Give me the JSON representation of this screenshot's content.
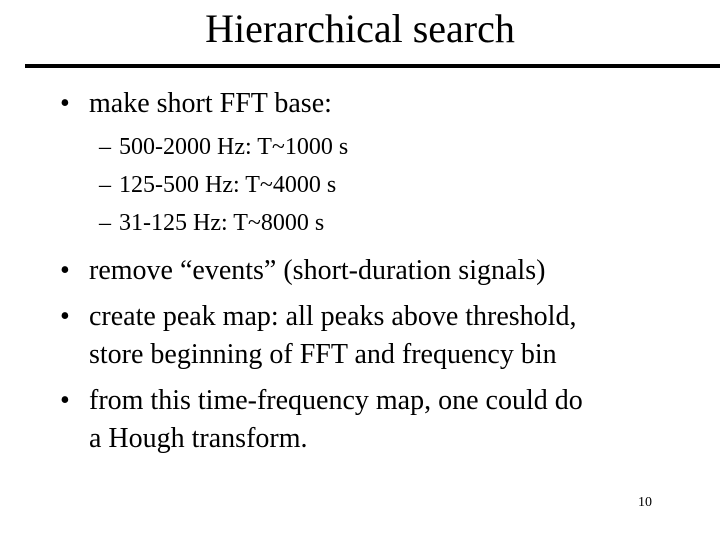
{
  "slide": {
    "title": "Hierarchical search",
    "bullets": [
      {
        "mark": "•",
        "text": "make short FFT base:",
        "subitems": [
          {
            "mark": "–",
            "text": "500-2000 Hz: T~1000 s"
          },
          {
            "mark": "–",
            "text": "125-500 Hz: T~4000 s"
          },
          {
            "mark": "–",
            "text": "31-125 Hz: T~8000 s"
          }
        ]
      },
      {
        "mark": "•",
        "text": "remove “events” (short-duration signals)"
      },
      {
        "mark": "•",
        "lines": [
          "create peak map: all peaks above threshold,",
          "store beginning of FFT and frequency bin"
        ]
      },
      {
        "mark": "•",
        "lines": [
          "from this time-frequency map, one could do",
          "a Hough transform."
        ]
      }
    ],
    "page_number": "10"
  }
}
